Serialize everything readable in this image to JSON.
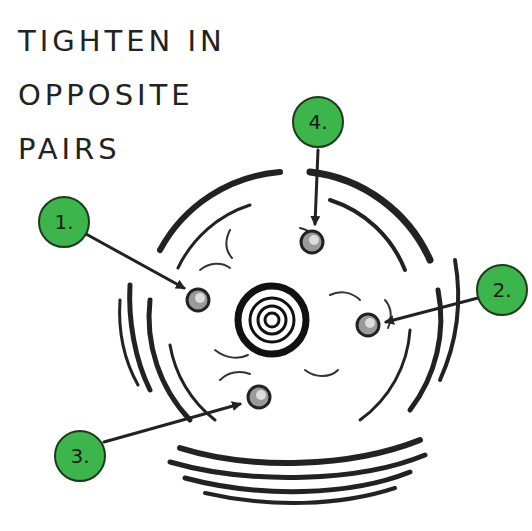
{
  "diagram": {
    "title": "TIGHTEN IN OPPOSITE PAIRS",
    "nodes": [
      {
        "text": [
          "4."
        ]
      },
      {
        "text": [
          "1."
        ]
      },
      {
        "text": [
          "2."
        ]
      },
      {
        "text": [
          "3."
        ]
      }
    ]
  }
}
